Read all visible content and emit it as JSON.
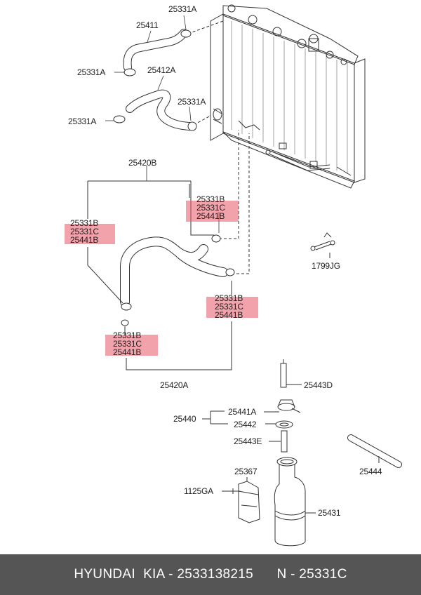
{
  "labels": {
    "p25331A_top": "25331A",
    "p25411": "25411",
    "p25331A_left1": "25331A",
    "p25412A": "25412A",
    "p25331A_mid": "25331A",
    "p25331A_left2": "25331A",
    "p25420B": "25420B",
    "p1799JG": "1799JG",
    "p25420A": "25420A",
    "p25443D": "25443D",
    "p25440": "25440",
    "p25441A": "25441A",
    "p25442": "25442",
    "p25443E": "25443E",
    "p25444": "25444",
    "p25367": "25367",
    "p1125GA": "1125GA",
    "p25431": "25431"
  },
  "groups": {
    "g_right_top": [
      "25331B",
      "25331C",
      "25441B"
    ],
    "g_left_top": [
      "25331B",
      "25331C",
      "25441B"
    ],
    "g_right_bottom": [
      "25331B",
      "25331C",
      "25441B"
    ],
    "g_left_bottom": [
      "25331B",
      "25331C",
      "25441B"
    ]
  },
  "highlight_color": "#e85564",
  "footer": {
    "brand": "HYUNDAI  KIA - 2533138215",
    "code": "N - 25331C"
  }
}
